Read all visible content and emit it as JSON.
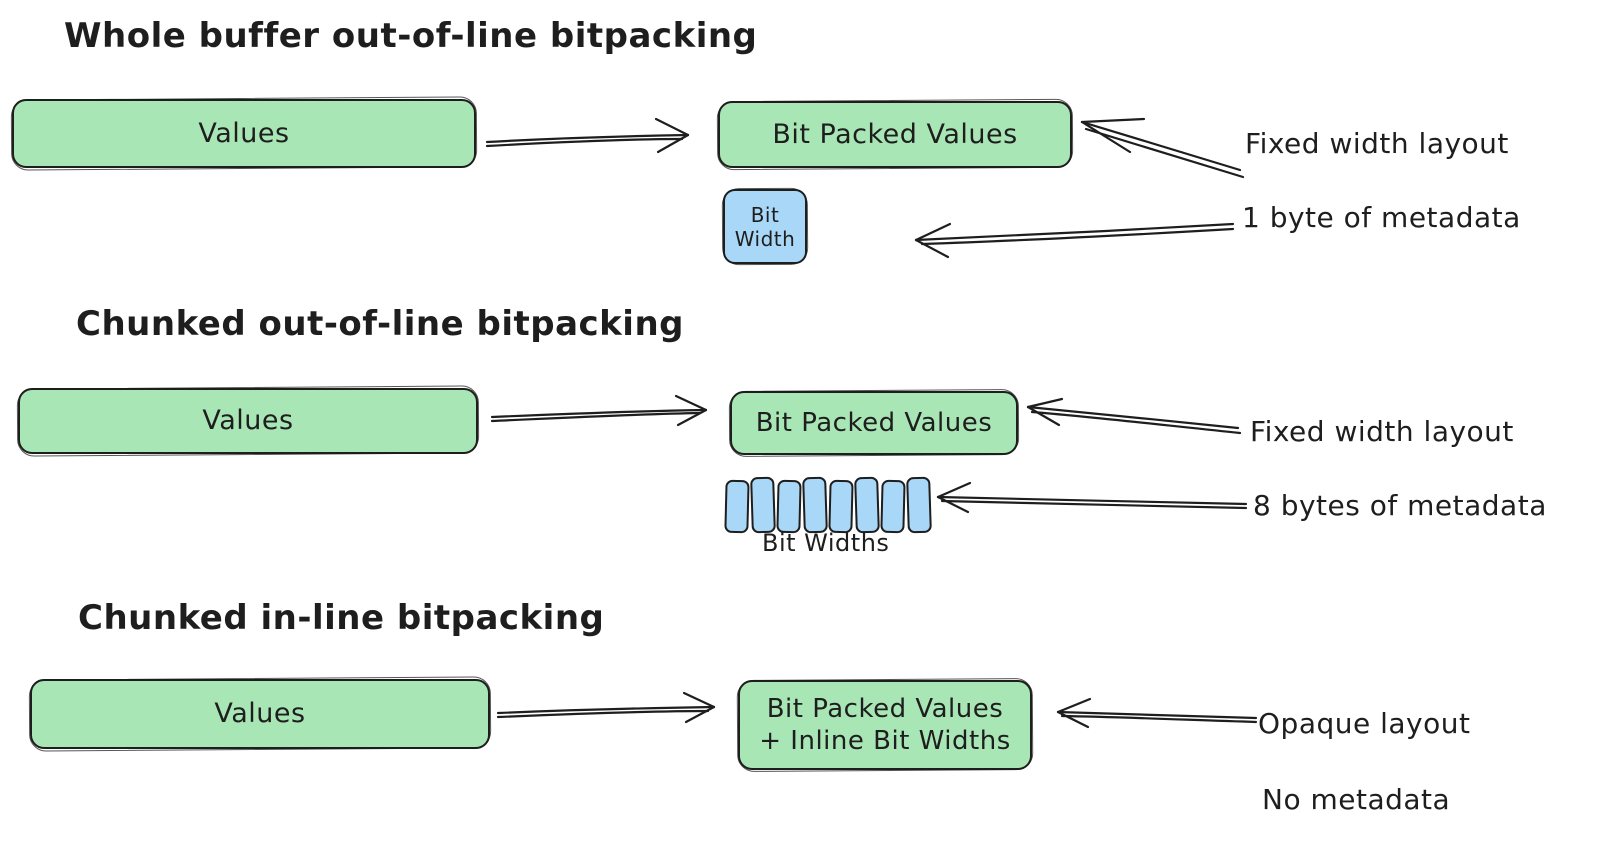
{
  "colors": {
    "ink": "#1e1e1e",
    "box_green": "#a9e6b6",
    "box_blue": "#a9d7f7",
    "background": "#ffffff"
  },
  "sections": [
    {
      "title": "Whole buffer out-of-line bitpacking",
      "source_label": "Values",
      "target_label": "Bit Packed Values",
      "metadata_label": "Bit Width",
      "annotations": [
        "Fixed width layout",
        "1 byte of metadata"
      ]
    },
    {
      "title": "Chunked out-of-line bitpacking",
      "source_label": "Values",
      "target_label": "Bit Packed Values",
      "metadata_caption": "Bit Widths",
      "metadata_cell_count": 8,
      "annotations": [
        "Fixed width layout",
        "8 bytes of metadata"
      ]
    },
    {
      "title": "Chunked in-line bitpacking",
      "source_label": "Values",
      "target_label_line1": "Bit Packed Values",
      "target_label_line2": "+ Inline Bit Widths",
      "annotations": [
        "Opaque layout",
        "No metadata"
      ]
    }
  ]
}
